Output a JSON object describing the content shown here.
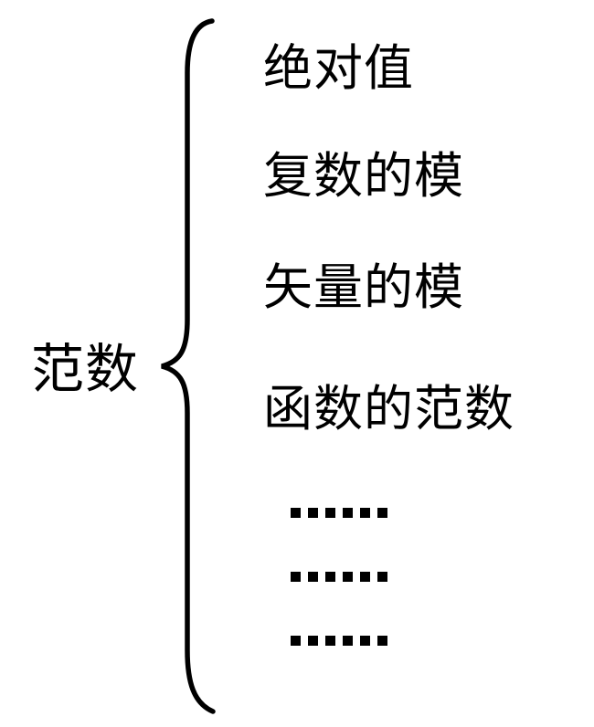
{
  "page": {
    "background": "#ffffff",
    "text_color": "#000000"
  },
  "diagram": {
    "root_label": "范数",
    "brace_color": "#000000",
    "branches": [
      {
        "label": "绝对值"
      },
      {
        "label": "复数的模"
      },
      {
        "label": "矢量的模"
      },
      {
        "label": "函数的范数"
      }
    ],
    "ellipsis_rows": [
      {
        "label": "……",
        "dot_count": 6
      },
      {
        "label": "……",
        "dot_count": 6
      },
      {
        "label": "……",
        "dot_count": 6
      }
    ]
  }
}
